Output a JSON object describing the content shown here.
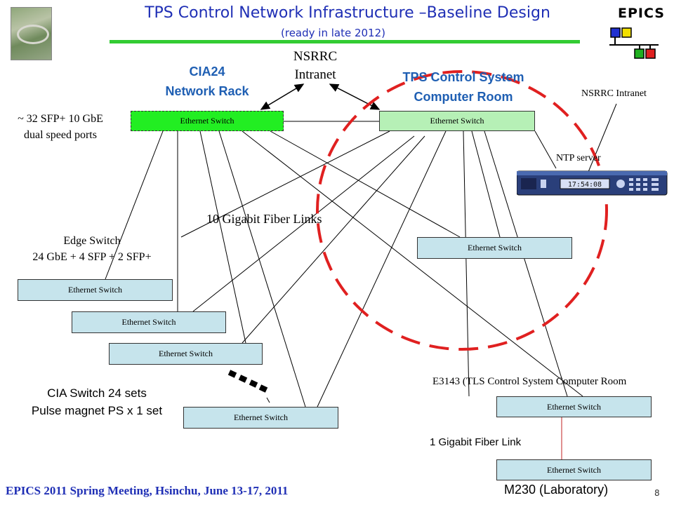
{
  "header": {
    "title": "TPS Control Network Infrastructure –Baseline Design",
    "subtitle": "(ready in late 2012)",
    "logo_text": "EPICS"
  },
  "labels": {
    "nsrrc_intranet_top": "NSRRC\nIntranet",
    "cia24_rack": "CIA24\nNetwork Rack",
    "tps_room": "TPS Control System\nComputer Room",
    "nsrrc_intranet_right": "NSRRC Intranet",
    "ntp_server": "NTP server",
    "sfp_ports": "~ 32 SFP+ 10 GbE\ndual speed ports",
    "fiber_links": "10 Gigabit Fiber Links",
    "edge_switch": "Edge Switch\n24 GbE + 4 SFP + 2 SFP+",
    "cia_switch": "CIA Switch 24 sets\nPulse magnet PS x 1 set",
    "e3143": "E3143 (TLS Control System Computer Room",
    "gig_link": "1 Gigabit Fiber Link",
    "m230": "M230 (Laboratory)"
  },
  "switches": {
    "cia_main": "Ethernet Switch",
    "tps_main": "Ethernet Switch",
    "right_mid": "Ethernet Switch",
    "left_1": "Ethernet Switch",
    "left_2": "Ethernet Switch",
    "left_3": "Ethernet Switch",
    "bottom": "Ethernet Switch",
    "e3143_sw": "Ethernet Switch",
    "m230_sw": "Ethernet Switch"
  },
  "ntp_display": "17:54:08",
  "footer": {
    "meeting": "EPICS 2011 Spring Meeting, Hsinchu, June 13-17, 2011",
    "page": "8"
  },
  "colors": {
    "title_blue": "#1f2fb5",
    "heading_blue": "#1f5fb3",
    "green": "#33cc33",
    "switch_fill": "#c6e4ec",
    "circle_red": "#e02020"
  }
}
